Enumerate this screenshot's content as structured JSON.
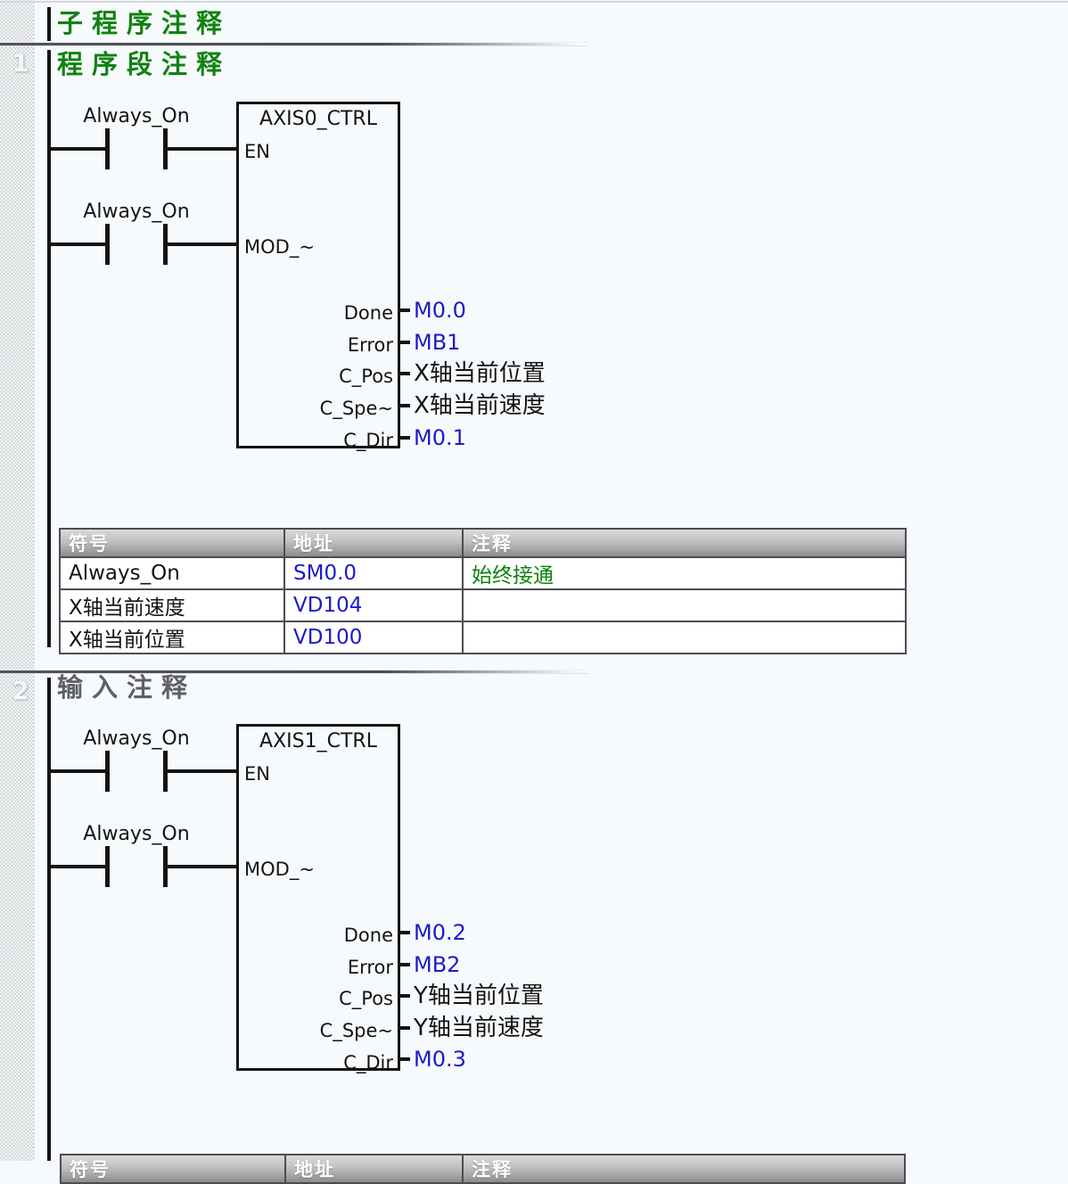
{
  "colors": {
    "address_blue": "#1b1bc8",
    "comment_green": "#0f820f",
    "title_green": "#118211",
    "network2_title_gray": "#5f5f68",
    "ladder_black": "#141414",
    "table_header_text": "#ffffff"
  },
  "subroutine_comment": {
    "text": "子程序注释"
  },
  "networks": [
    {
      "number": "1",
      "comment": "程序段注释",
      "block": {
        "title": "AXIS0_CTRL",
        "inputs": [
          {
            "contact": "Always_On",
            "pin": "EN"
          },
          {
            "contact": "Always_On",
            "pin": "MOD_~"
          }
        ],
        "outputs": [
          {
            "pin": "Done",
            "operand": "M0.0"
          },
          {
            "pin": "Error",
            "operand": "MB1"
          },
          {
            "pin": "C_Pos",
            "operand": "X轴当前位置"
          },
          {
            "pin": "C_Spe~",
            "operand": "X轴当前速度"
          },
          {
            "pin": "C_Dir",
            "operand": "M0.1"
          }
        ]
      },
      "symbol_table": {
        "headers": [
          "符号",
          "地址",
          "注释"
        ],
        "rows": [
          [
            "Always_On",
            "SM0.0",
            "始终接通"
          ],
          [
            "X轴当前速度",
            "VD104",
            ""
          ],
          [
            "X轴当前位置",
            "VD100",
            ""
          ]
        ]
      }
    },
    {
      "number": "2",
      "comment": "输入注释",
      "block": {
        "title": "AXIS1_CTRL",
        "inputs": [
          {
            "contact": "Always_On",
            "pin": "EN"
          },
          {
            "contact": "Always_On",
            "pin": "MOD_~"
          }
        ],
        "outputs": [
          {
            "pin": "Done",
            "operand": "M0.2"
          },
          {
            "pin": "Error",
            "operand": "MB2"
          },
          {
            "pin": "C_Pos",
            "operand": "Y轴当前位置"
          },
          {
            "pin": "C_Spe~",
            "operand": "Y轴当前速度"
          },
          {
            "pin": "C_Dir",
            "operand": "M0.3"
          }
        ]
      },
      "symbol_table": {
        "headers": [
          "符号",
          "地址",
          "注释"
        ],
        "rows": []
      }
    }
  ]
}
